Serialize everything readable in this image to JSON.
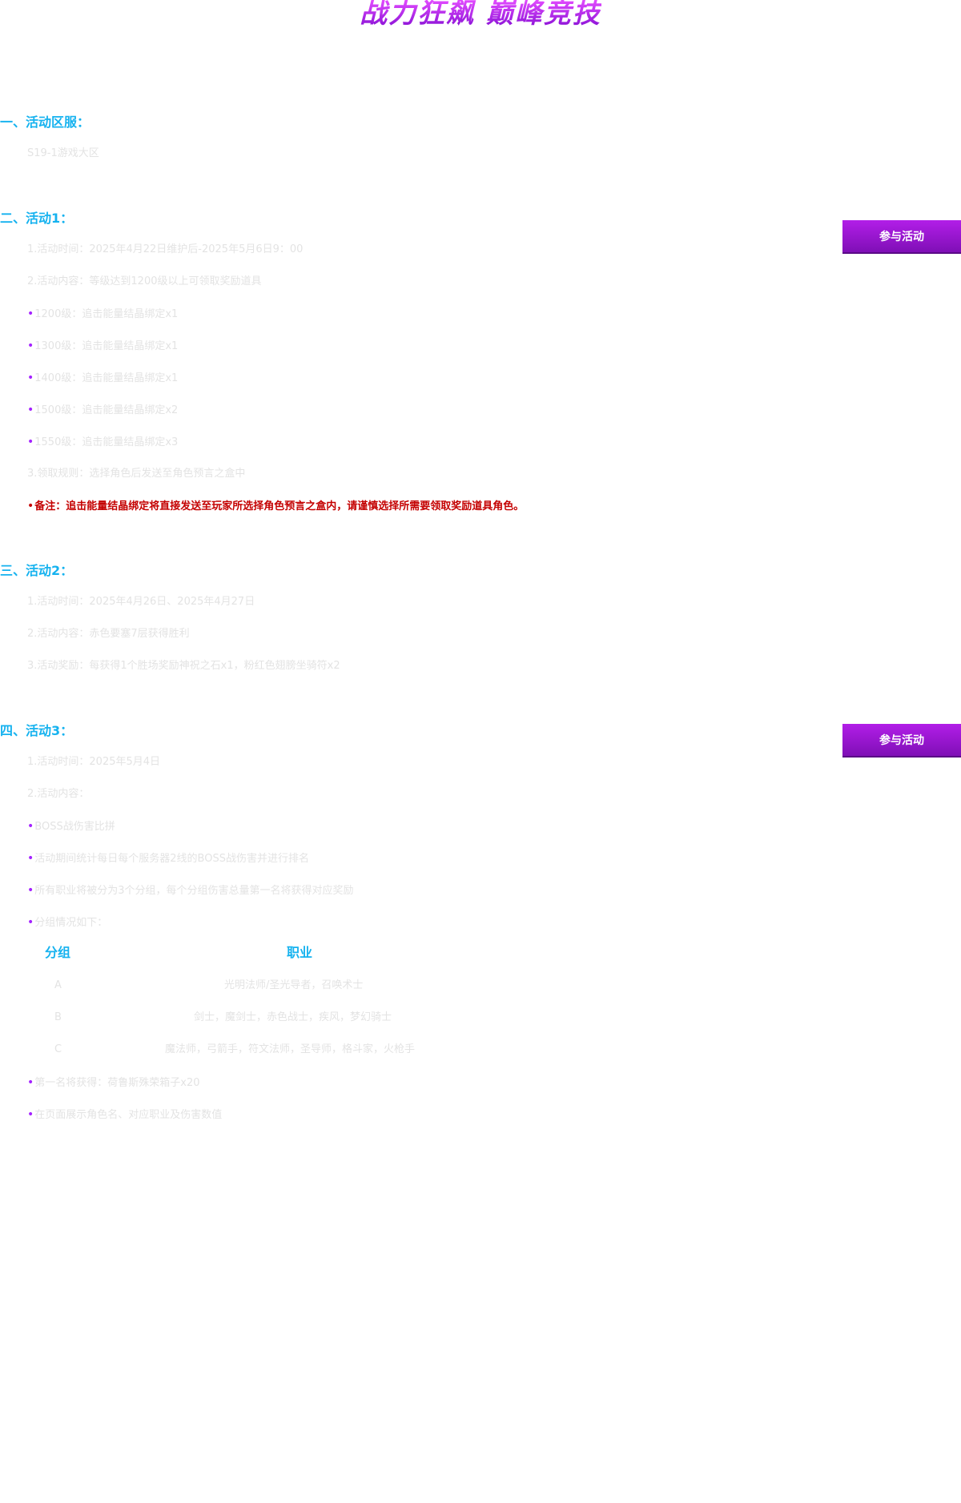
{
  "banner": {
    "title": "战力狂飙 巅峰竞技"
  },
  "section1": {
    "heading": "一、活动区服：",
    "lines": [
      "S19-1游戏大区"
    ]
  },
  "section2": {
    "heading": "二、活动1：",
    "button_label": "参与活动",
    "lines": [
      "1.活动时间：2025年4月22日维护后-2025年5月6日9：00",
      "2.活动内容：等级达到1200级以上可领取奖励道具"
    ],
    "bullets": [
      "1200级：追击能量结晶绑定x1",
      "1300级：追击能量结晶绑定x1",
      "1400级：追击能量结晶绑定x1",
      "1500级：追击能量结晶绑定x2",
      "1550级：追击能量结晶绑定x3"
    ],
    "rule": "3.领取规则：选择角色后发送至角色预言之盒中",
    "note": "备注：追击能量结晶绑定将直接发送至玩家所选择角色预言之盒内，请谨慎选择所需要领取奖励道具角色。"
  },
  "section3": {
    "heading": "三、活动2：",
    "lines": [
      "1.活动时间：2025年4月26日、2025年4月27日",
      "2.活动内容：赤色要塞7层获得胜利",
      "3.活动奖励：每获得1个胜场奖励神祝之石x1，粉红色翅膀坐骑符x2"
    ]
  },
  "section4": {
    "heading": "四、活动3：",
    "button_label": "参与活动",
    "lines": [
      "1.活动时间：2025年5月4日",
      "2.活动内容："
    ],
    "bullets": [
      "BOSS战伤害比拼",
      "活动期间统计每日每个服务器2线的BOSS战伤害并进行排名",
      "所有职业将被分为3个分组，每个分组伤害总量第一名将获得对应奖励",
      "分组情况如下："
    ],
    "table": {
      "headers": [
        "分组",
        "职业"
      ],
      "rows": [
        [
          "A",
          "光明法师/圣光导者，召唤术士"
        ],
        [
          "B",
          "剑士，魔剑士，赤色战士，疾风，梦幻骑士"
        ],
        [
          "C",
          "魔法师，弓箭手，符文法师，圣导师，格斗家，火枪手"
        ]
      ]
    },
    "bullets_after": [
      "第一名将获得：荷鲁斯殊荣箱子x20",
      "在页面展示角色名、对应职业及伤害数值"
    ]
  }
}
